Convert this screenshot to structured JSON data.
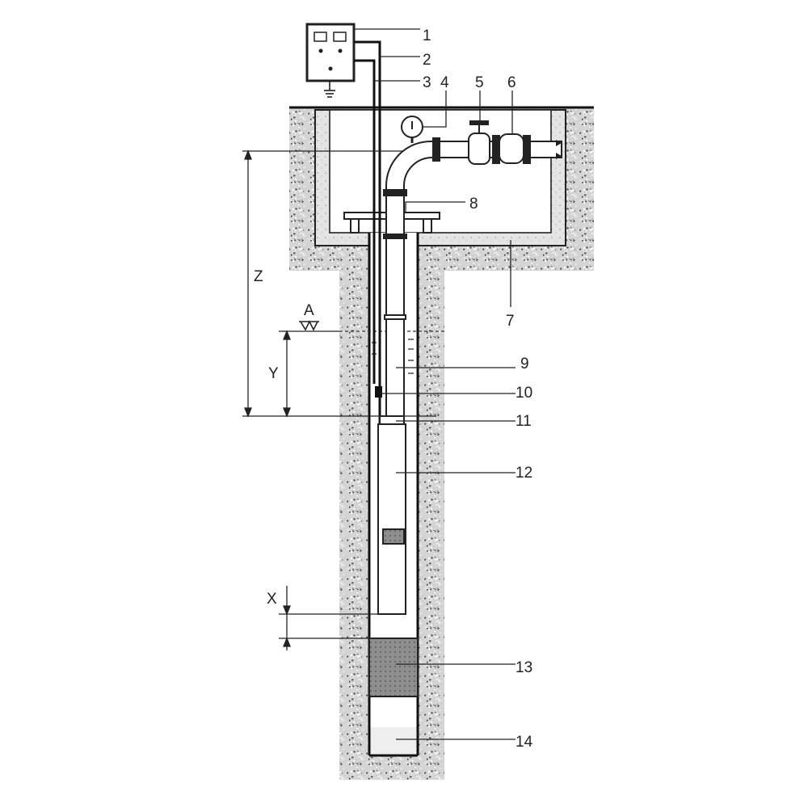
{
  "title": "Submersible borehole pump installation",
  "callouts": [
    {
      "id": "1",
      "text": "1"
    },
    {
      "id": "2",
      "text": "2"
    },
    {
      "id": "3",
      "text": "3"
    },
    {
      "id": "4",
      "text": "4"
    },
    {
      "id": "5",
      "text": "5"
    },
    {
      "id": "6",
      "text": "6"
    },
    {
      "id": "7",
      "text": "7"
    },
    {
      "id": "8",
      "text": "8"
    },
    {
      "id": "9",
      "text": "9"
    },
    {
      "id": "10",
      "text": "10"
    },
    {
      "id": "11",
      "text": "11"
    },
    {
      "id": "12",
      "text": "12"
    },
    {
      "id": "13",
      "text": "13"
    },
    {
      "id": "14",
      "text": "14"
    }
  ],
  "dimensions": {
    "z": "Z",
    "y": "Y",
    "x": "X",
    "water_level": "A"
  },
  "colors": {
    "ink": "#222222",
    "gravel": "#c9c9c9",
    "screen": "#8a8a8a",
    "concrete": "#e2e2e2"
  }
}
